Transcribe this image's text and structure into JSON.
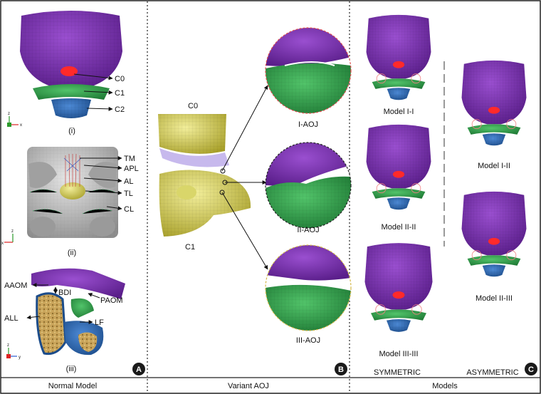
{
  "figure": {
    "panels": {
      "normal": {
        "badge": "A",
        "footer": "Normal Model",
        "subpanels": [
          "(i)",
          "(ii)",
          "(iii)"
        ],
        "labels_i": [
          "C0",
          "C1",
          "C2"
        ],
        "labels_ii": [
          "TM",
          "APL",
          "AL",
          "TL",
          "CL"
        ],
        "labels_iii": [
          "AAOM",
          "BDI",
          "PAOM",
          "ALL",
          "LF"
        ]
      },
      "variant": {
        "badge": "B",
        "footer": "Variant AOJ",
        "labels": [
          "C0",
          "C1"
        ],
        "zooms": [
          "I-AOJ",
          "II-AOJ",
          "III-AOJ"
        ]
      },
      "models": {
        "badge": "C",
        "footer": "Models",
        "symmetric_label": "SYMMETRIC",
        "asymmetric_label": "ASYMMETRIC",
        "symmetric_models": [
          "Model I-I",
          "Model II-II",
          "Model III-III"
        ],
        "asymmetric_models": [
          "Model I-II",
          "Model II-III"
        ]
      }
    },
    "axis_labels": [
      "z",
      "x",
      "z",
      "x",
      "z",
      "y"
    ],
    "colors": {
      "skull": "#7b2fb0",
      "c1": "#32a84a",
      "c2": "#2a6bb8",
      "ligament": "#e0d84a",
      "lesion": "#ff2a2a",
      "bone_gray": "#b9b9b9",
      "bone_tan": "#c9a45a",
      "badge": "#1a1a1a"
    }
  }
}
